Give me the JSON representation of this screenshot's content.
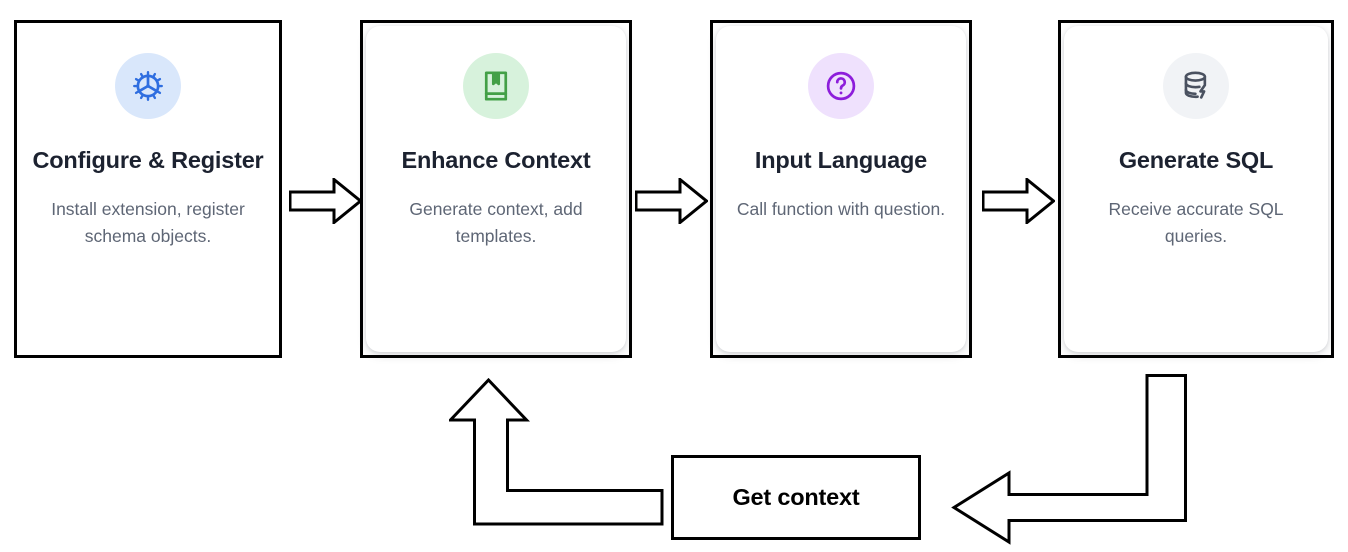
{
  "diagram": {
    "type": "process-flow-with-feedback-loop",
    "steps": [
      {
        "title": "Configure & Register",
        "description": "Install extension, register schema objects.",
        "icon": "gear-icon",
        "icon_color": "#2f6ee0",
        "icon_bg": "#d9e7fb",
        "card_style": "square"
      },
      {
        "title": "Enhance Context",
        "description": "Generate context, add templates.",
        "icon": "book-bookmark-icon",
        "icon_color": "#43a047",
        "icon_bg": "#d7f2dc",
        "card_style": "rounded"
      },
      {
        "title": "Input Language",
        "description": "Call function with question.",
        "icon": "question-circle-icon",
        "icon_color": "#8d1ddb",
        "icon_bg": "#efe1fd",
        "card_style": "rounded"
      },
      {
        "title": "Generate SQL",
        "description": "Receive accurate SQL queries.",
        "icon": "database-lightning-icon",
        "icon_color": "#4a5160",
        "icon_bg": "#f1f3f6",
        "card_style": "rounded"
      }
    ],
    "connectors": [
      {
        "name": "arrow-step1-to-step2",
        "direction": "right"
      },
      {
        "name": "arrow-step2-to-step3",
        "direction": "right"
      },
      {
        "name": "arrow-step3-to-step4",
        "direction": "right"
      }
    ],
    "feedback": {
      "box_label": "Get context",
      "inbound_arrow": {
        "name": "arrow-step4-to-get-context",
        "direction": "down-then-left"
      },
      "outbound_arrow": {
        "name": "arrow-get-context-to-step2",
        "direction": "left-then-up"
      }
    },
    "colors": {
      "stroke": "#000000",
      "title": "#1c2230",
      "description": "#5e6675",
      "background": "#ffffff"
    }
  }
}
